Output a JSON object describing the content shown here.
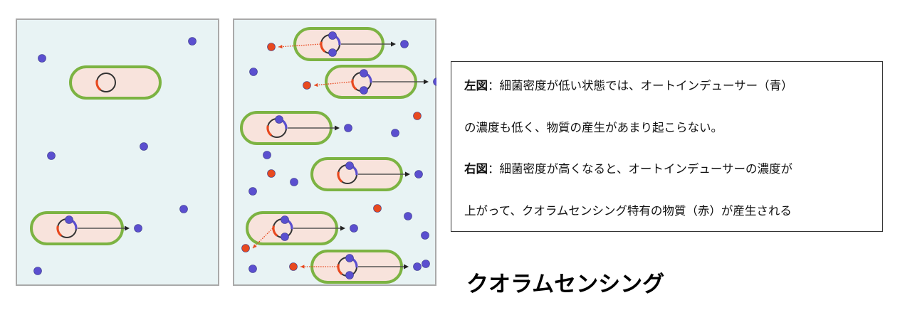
{
  "description": {
    "left_tag": "左図",
    "left_line1": "：細菌密度が低い状態では、オートインデューサー（青）",
    "left_line2": "の濃度も低く、物質の産生があまり起こらない。",
    "right_tag": "右図",
    "right_line1": "：細菌密度が高くなると、オートインデューサーの濃度が",
    "right_line2": "上がって、クオラムセンシング特有の物質（赤）が産生される"
  },
  "title": "クオラムセンシング",
  "colors": {
    "panel_bg": "#e8f3f4",
    "panel_border": "#a9a9a9",
    "cell_fill": "#f8e3dc",
    "cell_border": "#7cb342",
    "autoinducer": "#5b4fcf",
    "product": "#e8491f",
    "plasmid": "#333333"
  }
}
